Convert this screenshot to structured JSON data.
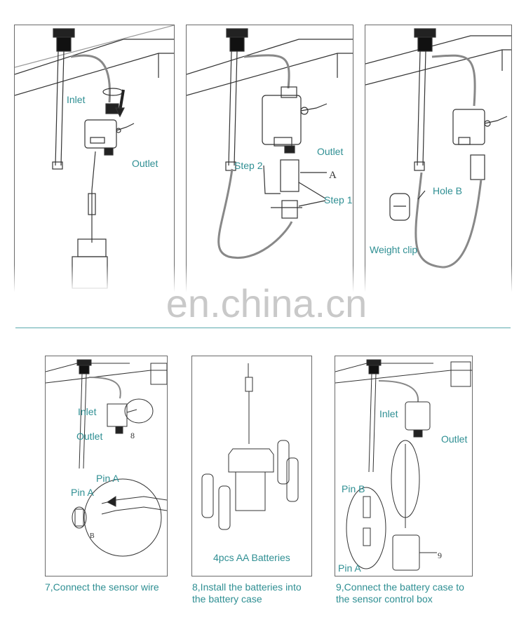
{
  "watermark": "en.china.cn",
  "panel1": {
    "inlet": "Inlet",
    "outlet": "Outlet"
  },
  "panel2": {
    "outlet": "Outlet",
    "step2": "Step 2",
    "a": "A",
    "step1": "Step 1"
  },
  "panel3": {
    "hole_b": "Hole B",
    "weight_clip": "Weight clip"
  },
  "panel4": {
    "inlet": "Inlet",
    "outlet": "Outlet",
    "num8": "8",
    "pin_a1": "Pin A",
    "pin_a2": "Pin A",
    "b": "B"
  },
  "panel5": {
    "batteries": "4pcs AA Batteries"
  },
  "panel6": {
    "inlet": "Inlet",
    "outlet": "Outlet",
    "pin_b": "Pin B",
    "pin_a": "Pin A",
    "num9": "9"
  },
  "captions": {
    "step7": "7,Connect the sensor wire",
    "step8_l1": "8,Install the batteries into",
    "step8_l2": "the battery case",
    "step9_l1": "9,Connect the battery case to",
    "step9_l2": "the sensor control box"
  }
}
